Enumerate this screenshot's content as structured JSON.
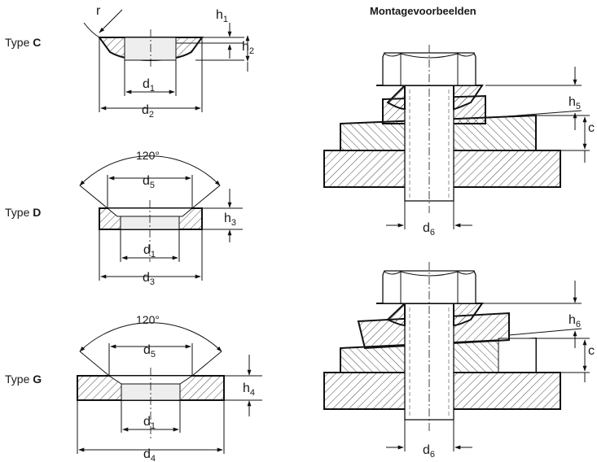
{
  "title": "Montagevoorbeelden",
  "types": [
    {
      "prefix": "Type ",
      "letter": "C"
    },
    {
      "prefix": "Type ",
      "letter": "D"
    },
    {
      "prefix": "Type ",
      "letter": "G"
    }
  ],
  "angle_label": "120°",
  "radius_label": "r",
  "dims": {
    "h1": {
      "base": "h",
      "sub": "1"
    },
    "h2": {
      "base": "h",
      "sub": "2"
    },
    "h3": {
      "base": "h",
      "sub": "3"
    },
    "h4": {
      "base": "h",
      "sub": "4"
    },
    "h5": {
      "base": "h",
      "sub": "5"
    },
    "h6": {
      "base": "h",
      "sub": "6"
    },
    "d1": {
      "base": "d",
      "sub": "1"
    },
    "d2": {
      "base": "d",
      "sub": "2"
    },
    "d3": {
      "base": "d",
      "sub": "3"
    },
    "d4": {
      "base": "d",
      "sub": "4"
    },
    "d5": {
      "base": "d",
      "sub": "5"
    },
    "d6": {
      "base": "d",
      "sub": "6"
    },
    "c": "c"
  },
  "colors": {
    "line": "#111111",
    "hatch": "#333333",
    "fill": "#ffffff",
    "bore": "#eeeeee"
  }
}
